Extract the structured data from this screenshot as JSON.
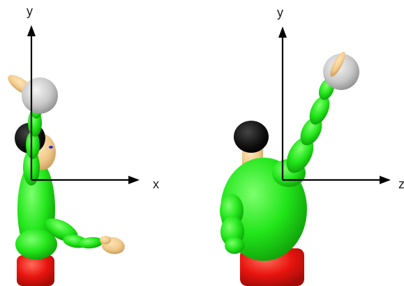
{
  "left_view": {
    "vertical_axis_label": "y",
    "horizontal_axis_label": "x"
  },
  "right_view": {
    "vertical_axis_label": "y",
    "horizontal_axis_label": "z"
  },
  "colors": {
    "background": "#ffffff",
    "axis": "#000000",
    "body": "#22e61a",
    "body_shade": "#12a80c",
    "skin": "#f0c98a",
    "skin_shade": "#c99a5a",
    "ball": "#c8c8c8",
    "ball_shade": "#8c8c8c",
    "hair": "#0d0d0d",
    "pants": "#e8140e",
    "pants_shade": "#a40c08"
  }
}
